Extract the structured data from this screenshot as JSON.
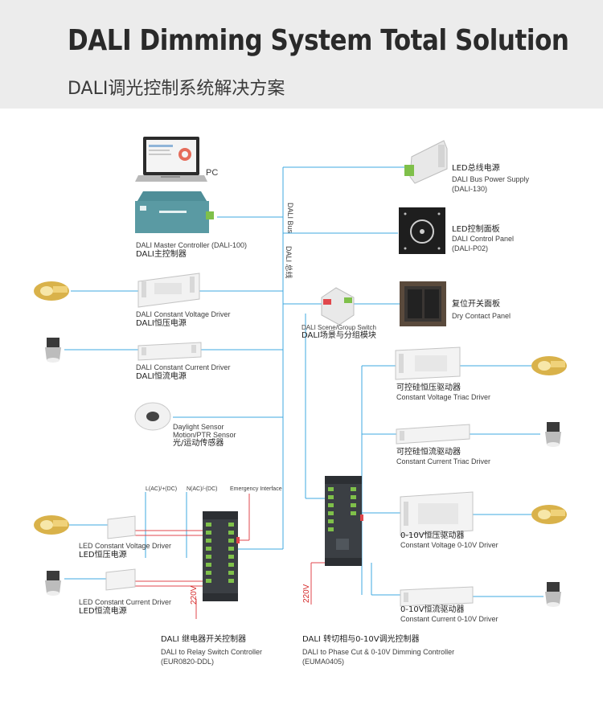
{
  "header": {
    "title": "DALI Dimming System Total Solution",
    "subtitle": "DALI调光控制系统解决方案"
  },
  "bus": {
    "en": "DALI Bus",
    "zh": "DALI 总线"
  },
  "pc": {
    "label": "PC"
  },
  "master": {
    "en": "DALI Master Controller    (DALI-100)",
    "zh": "DALI主控制器"
  },
  "cv_driver": {
    "en": "DALI Constant Voltage Driver",
    "zh": "DALI恒压电源"
  },
  "cc_driver": {
    "en": "DALI Constant Current Driver",
    "zh": "DALI恒流电源"
  },
  "sensor": {
    "en1": "Daylight Sensor",
    "en2": "Motion/PTR Sensor",
    "zh": "光/运动传感器"
  },
  "bus_power": {
    "zh": "LED总线电源",
    "en": "DALI Bus Power Supply",
    "model": "(DALI-130)"
  },
  "control_panel": {
    "zh": "LED控制面板",
    "en": "DALI Control Panel",
    "model": "(DALI-P02)"
  },
  "scene_switch": {
    "en": "DALI Scene/Group Switch",
    "zh": "DALI场景与分组模块"
  },
  "dry_contact": {
    "zh": "复位开关面板",
    "en": "Dry Contact Panel"
  },
  "triac_cv": {
    "zh": "可控硅恒压驱动器",
    "en": "Constant Voltage Triac Driver"
  },
  "triac_cc": {
    "zh": "可控硅恒流驱动器",
    "en": "Constant Current Triac Driver"
  },
  "v10_cv": {
    "zh": "0-10V恒压驱动器",
    "en": "Constant Voltage 0-10V Driver"
  },
  "v10_cc": {
    "zh": "0-10V恒流驱动器",
    "en": "Constant Current 0-10V Driver"
  },
  "relay_labels": {
    "l": "L(AC)/+(DC)",
    "n": "N(AC)/-(DC)",
    "emergency": "Emergency Interface",
    "v220": "220V"
  },
  "led_cv": {
    "en": "LED Constant Voltage Driver",
    "zh": "LED恒压电源"
  },
  "led_cc": {
    "en": "LED Constant Current  Driver",
    "zh": "LED恒流电源"
  },
  "relay_ctrl": {
    "zh": "DALI 继电器开关控制器",
    "en": "DALI to Relay Switch Controller",
    "model": "(EUR0820-DDL)"
  },
  "phase_ctrl": {
    "zh": "DALI 转切相与0-10V调光控制器",
    "en": "DALI to Phase Cut & 0-10V Dimming Controller",
    "model": "(EUMA0405)",
    "v220": "220V"
  },
  "colors": {
    "bus_line": "#3fa9e0",
    "red_wire": "#e0474c",
    "device_dark": "#3b3f44",
    "device_teal": "#4f8e98"
  }
}
